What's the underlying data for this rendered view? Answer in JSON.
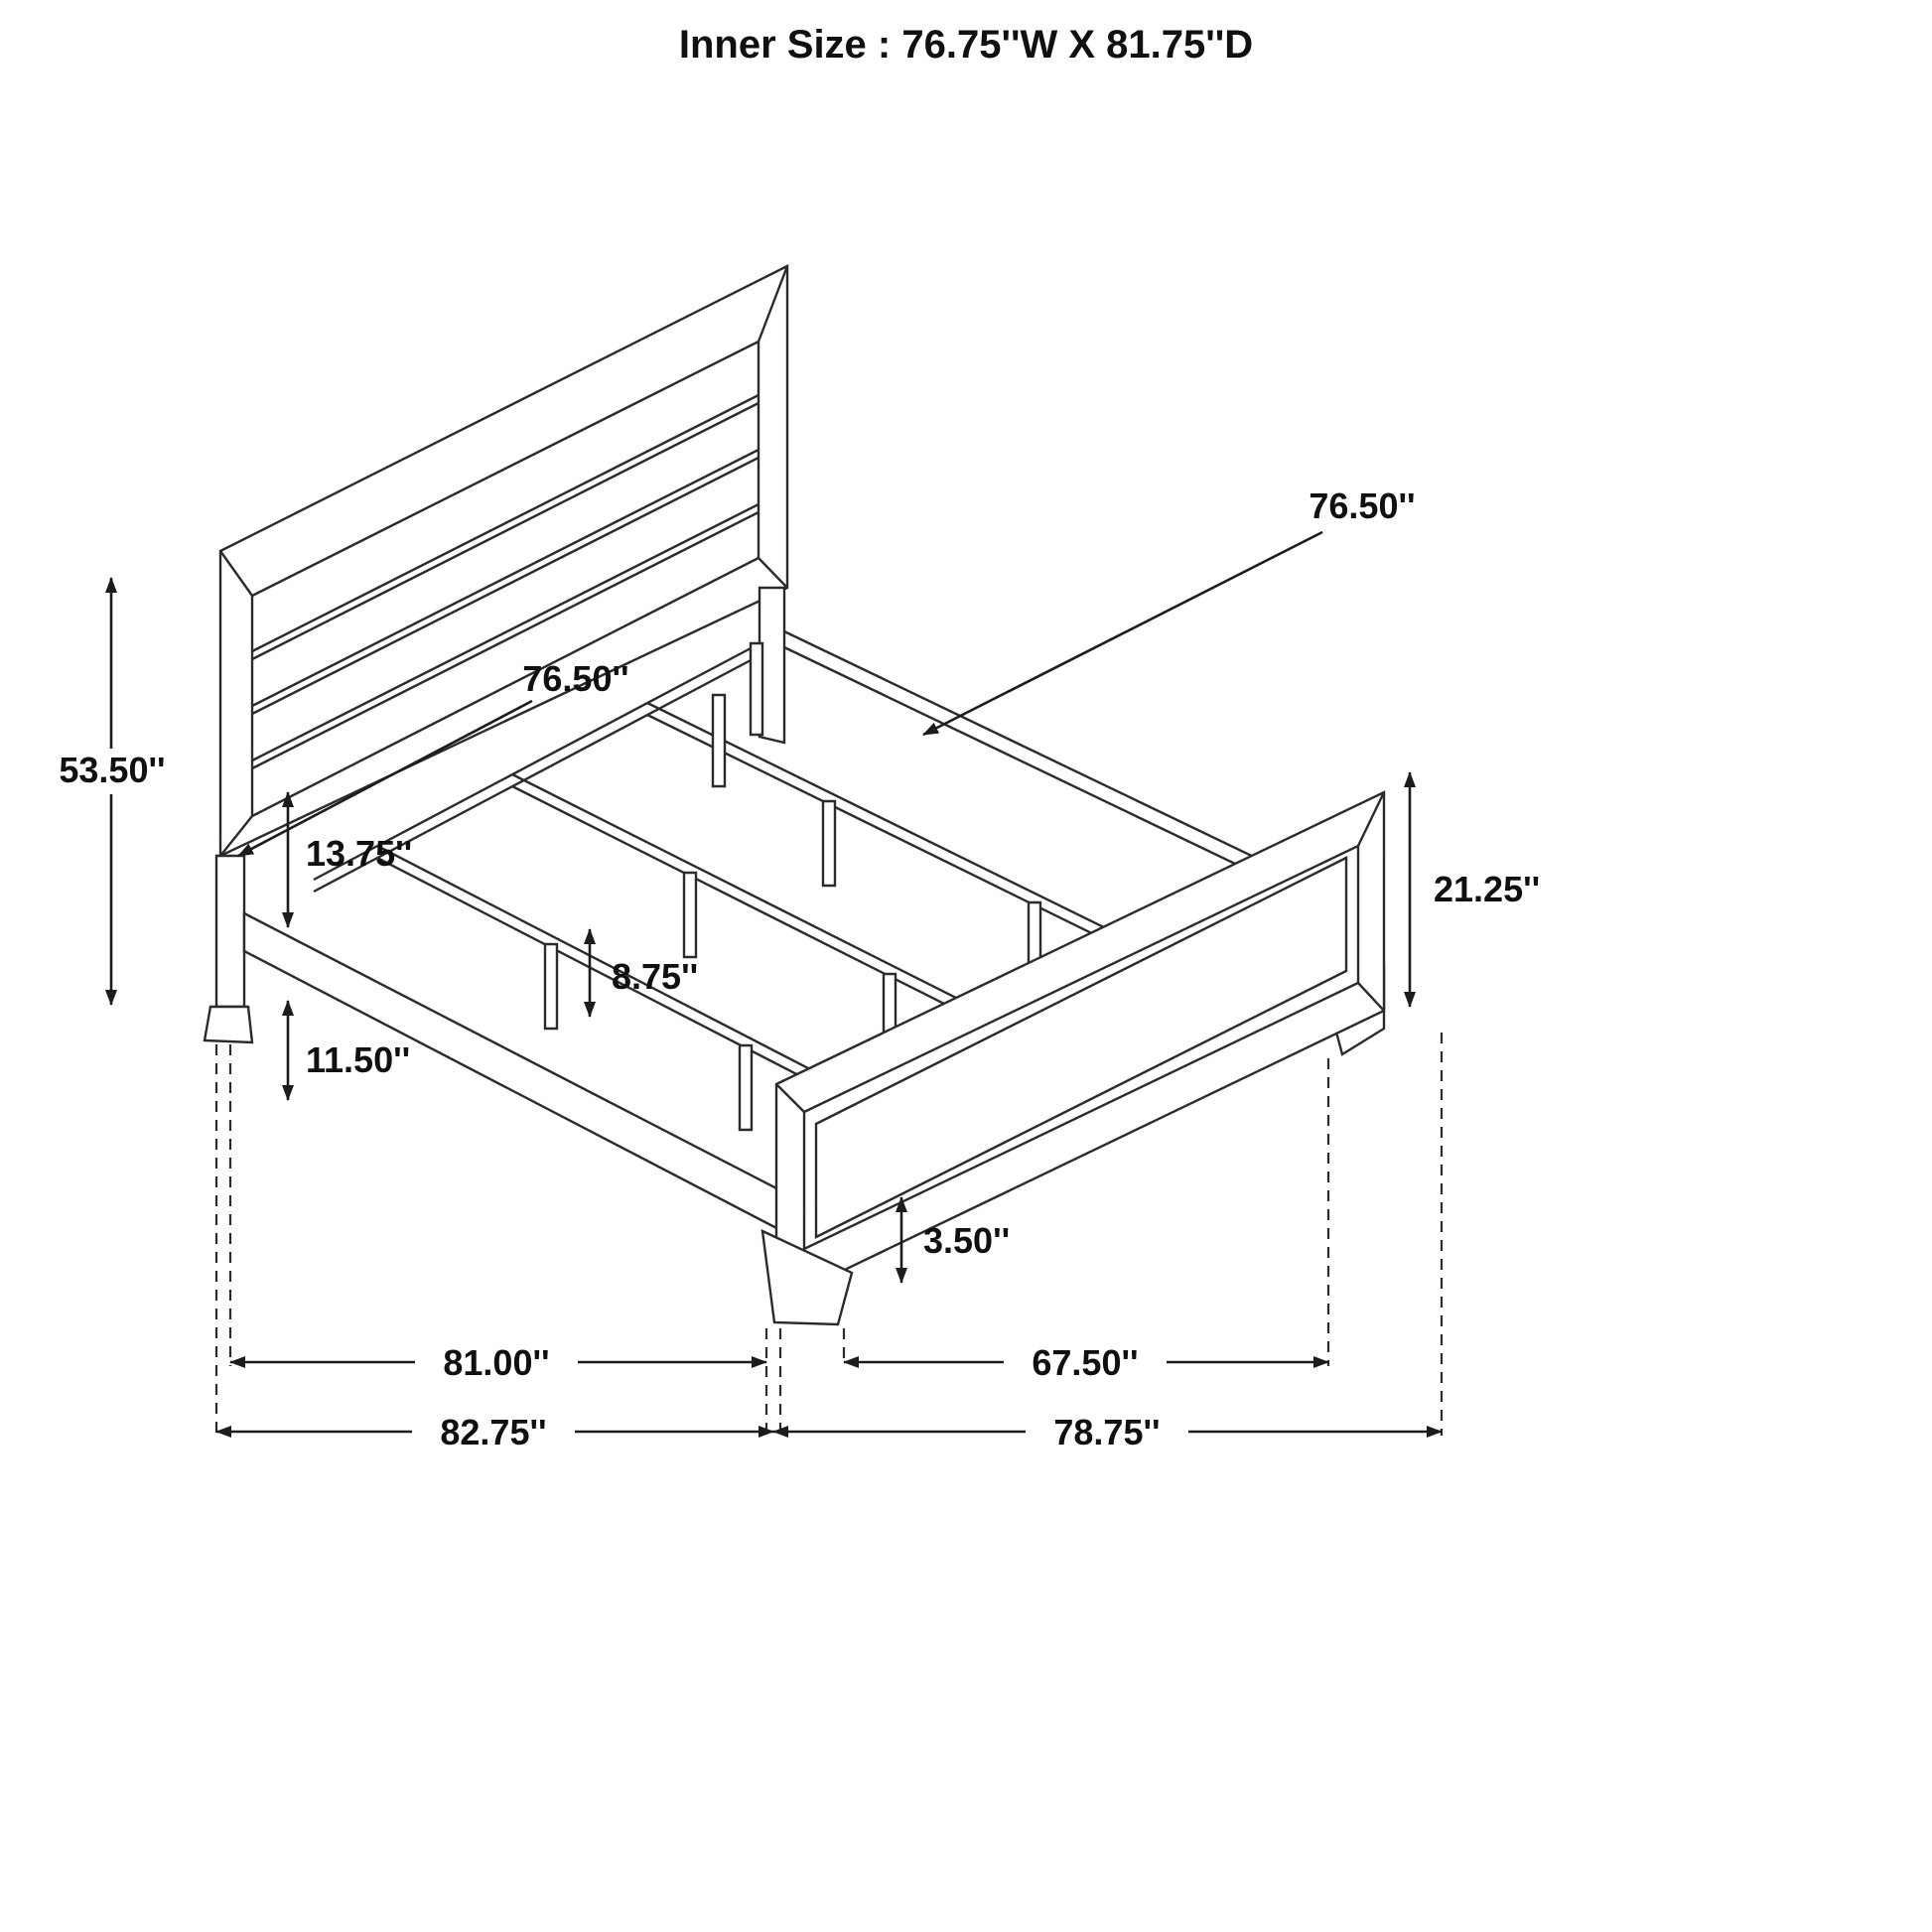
{
  "title": "Inner Size : 76.75''W X 81.75''D",
  "diagram": {
    "type": "furniture-dimension-diagram",
    "subject": "bed-frame-isometric-line-drawing",
    "line_color": "#2b2b2b",
    "text_color": "#101010",
    "background_color": "#ffffff"
  },
  "dims": {
    "side_rail_far": "76.50''",
    "side_rail_near": "76.50''",
    "headboard_height": "53.50''",
    "panel_to_rail": "13.75''",
    "rail_height": "11.50''",
    "support_leg_height": "8.75''",
    "footboard_height": "21.25''",
    "foot_height": "3.50''",
    "frame_inner_length": "81.00''",
    "footboard_inner_width": "67.50''",
    "frame_outer_length": "82.75''",
    "footboard_outer_width": "78.75''"
  }
}
